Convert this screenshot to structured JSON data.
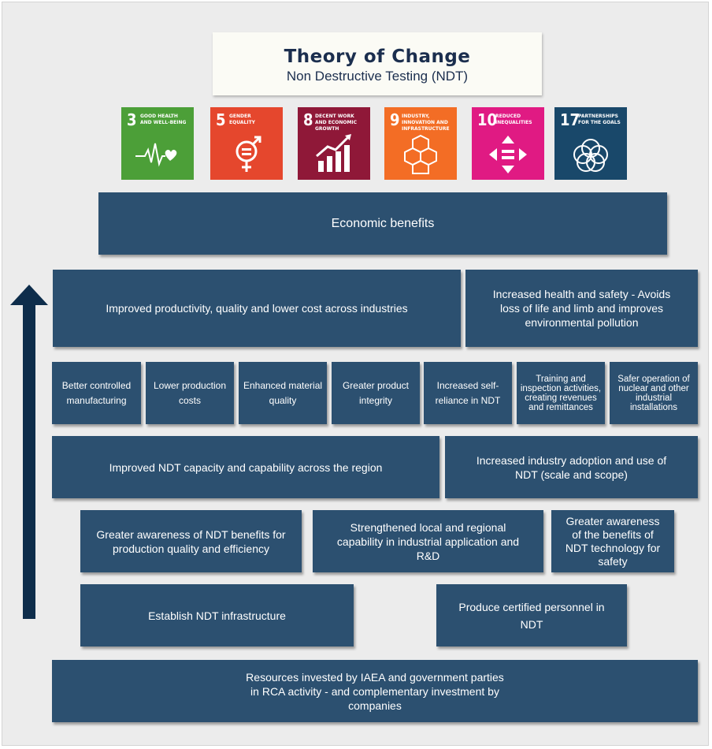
{
  "header": {
    "title": "Theory of Change",
    "subtitle": "Non Destructive Testing (NDT)"
  },
  "sdgs": [
    {
      "number": "3",
      "label": "Good Health and Well-Being",
      "color": "#4c9f38",
      "icon": "heartbeat-icon"
    },
    {
      "number": "5",
      "label": "Gender Equality",
      "color": "#e5472d",
      "icon": "gender-equality-icon"
    },
    {
      "number": "8",
      "label": "Decent Work and Economic Growth",
      "color": "#8f1838",
      "icon": "growth-chart-icon"
    },
    {
      "number": "9",
      "label": "Industry, Innovation and Infrastructure",
      "color": "#f36d25",
      "icon": "cubes-icon"
    },
    {
      "number": "10",
      "label": "Reduced Inequalities",
      "color": "#e01a83",
      "icon": "equality-arrows-icon"
    },
    {
      "number": "17",
      "label": "Partnerships for the Goals",
      "color": "#19486a",
      "icon": "interlinked-rings-icon"
    }
  ],
  "boxes": {
    "economic_benefits": "Economic benefits",
    "improved_productivity": "Improved productivity, quality and lower cost across industries",
    "increased_health_safety": "Increased health and safety - Avoids loss of life and limb and improves environmental pollution",
    "better_controlled": "Better controlled manufacturing",
    "lower_production": "Lower production costs",
    "enhanced_material": "Enhanced material quality",
    "greater_product": "Greater product integrity",
    "increased_self_reliance": "Increased self-reliance in NDT",
    "training_inspection": "Training and inspection activities, creating revenues and remittances",
    "safer_operation": "Safer operation of nuclear and other industrial installations",
    "improved_ndt_capacity": "Improved NDT capacity and capability across the region",
    "increased_adoption": "Increased industry adoption and use of NDT (scale and scope)",
    "greater_awareness_production": "Greater awareness of NDT benefits for production quality and efficiency",
    "strengthened_capability": "Strengthened local and regional capability in industrial application and R&D",
    "greater_awareness_safety": "Greater awareness of the benefits of NDT technology for safety",
    "establish_infrastructure": "Establish NDT infrastructure",
    "produce_personnel": "Produce certified personnel in NDT",
    "resources_invested": "Resources invested by IAEA and government parties in RCA activity - and complementary investment by companies"
  },
  "colors": {
    "box": "#2c5070",
    "arrow": "#0e2d4b",
    "title": "#1b2e4e"
  }
}
